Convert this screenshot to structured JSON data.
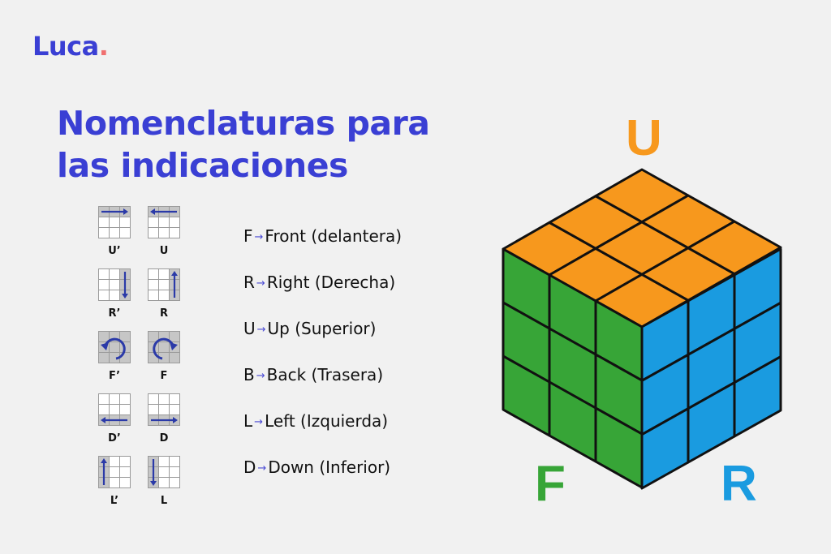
{
  "brand": {
    "name": "Luca",
    "dot": ".",
    "dot_color": "#f07070",
    "color": "#3a3fd4"
  },
  "title": {
    "line1": "Nomenclaturas para",
    "line2": "las indicaciones"
  },
  "moves": [
    {
      "label": "U’",
      "type": "row-top",
      "arrow": "right"
    },
    {
      "label": "U",
      "type": "row-top",
      "arrow": "left"
    },
    {
      "label": "R’",
      "type": "col-right",
      "arrow": "down"
    },
    {
      "label": "R",
      "type": "col-right",
      "arrow": "up"
    },
    {
      "label": "F’",
      "type": "face",
      "arrow": "counterclockwise"
    },
    {
      "label": "F",
      "type": "face",
      "arrow": "clockwise"
    },
    {
      "label": "D’",
      "type": "row-bottom",
      "arrow": "left"
    },
    {
      "label": "D",
      "type": "row-bottom",
      "arrow": "right"
    },
    {
      "label": "L’",
      "type": "col-left",
      "arrow": "up"
    },
    {
      "label": "L",
      "type": "col-left",
      "arrow": "down"
    }
  ],
  "notation": [
    {
      "key": "F",
      "arrow": "→",
      "text": "Front (delantera)"
    },
    {
      "key": "R",
      "arrow": "→",
      "text": "Right (Derecha)"
    },
    {
      "key": "U",
      "arrow": "→",
      "text": "Up (Superior)"
    },
    {
      "key": "B",
      "arrow": "→",
      "text": "Back (Trasera)"
    },
    {
      "key": "L",
      "arrow": "→",
      "text": "Left (Izquierda)"
    },
    {
      "key": "D",
      "arrow": "→",
      "text": "Down (Inferior)"
    }
  ],
  "cube": {
    "labels": {
      "up": "U",
      "front": "F",
      "right": "R"
    },
    "colors": {
      "up": "#f7981d",
      "front": "#37a537",
      "right": "#1a9be0",
      "stroke": "#111111"
    }
  }
}
